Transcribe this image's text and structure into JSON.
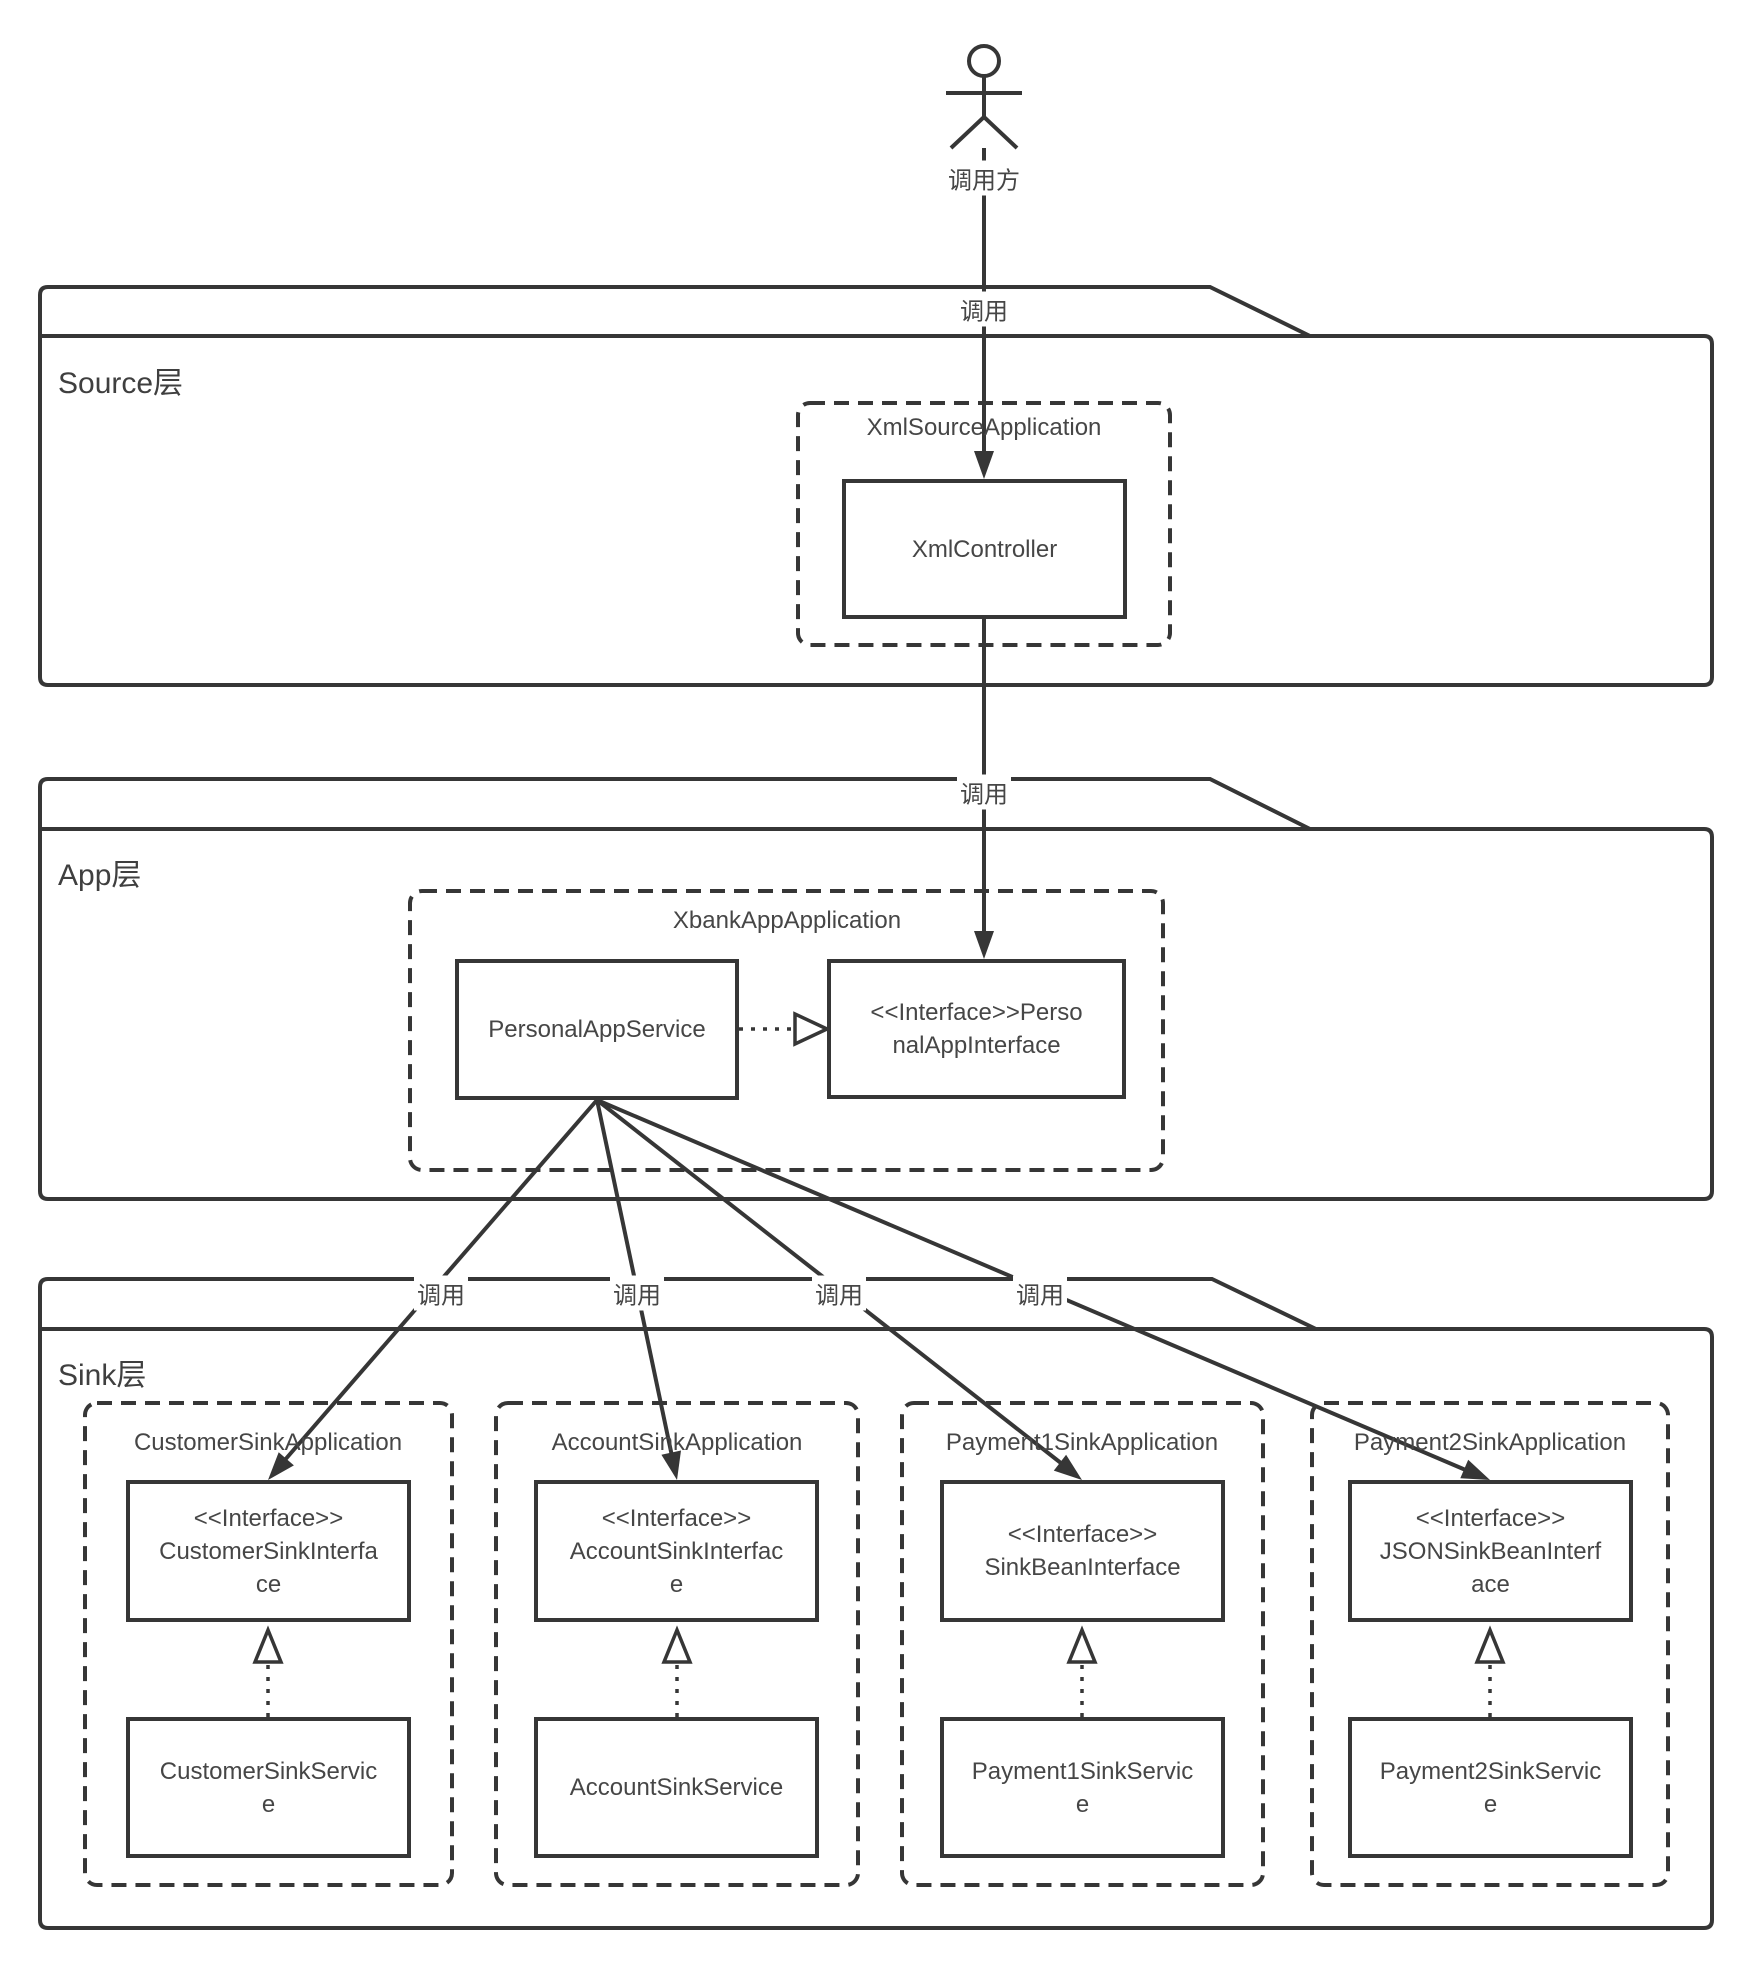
{
  "colors": {
    "line": "#363636",
    "text": "#464646"
  },
  "actor": {
    "label": "调用方"
  },
  "call_label": "调用",
  "layers": {
    "source": {
      "title": "Source层",
      "container": "XmlSourceApplication",
      "controller": "XmlController"
    },
    "app": {
      "title": "App层",
      "container": "XbankAppApplication",
      "service": "PersonalAppService",
      "interface_lines": [
        "<<Interface>>Perso",
        "nalAppInterface"
      ]
    },
    "sink": {
      "title": "Sink层",
      "apps": [
        {
          "name": "CustomerSinkApplication",
          "interface_lines": [
            "<<Interface>>",
            "CustomerSinkInterfa",
            "ce"
          ],
          "service_lines": [
            "CustomerSinkServic",
            "e"
          ]
        },
        {
          "name": "AccountSinkApplication",
          "interface_lines": [
            "<<Interface>>",
            "AccountSinkInterfac",
            "e"
          ],
          "service_lines": [
            "AccountSinkService"
          ]
        },
        {
          "name": "Payment1SinkApplication",
          "interface_lines": [
            "<<Interface>>",
            "SinkBeanInterface"
          ],
          "service_lines": [
            "Payment1SinkServic",
            "e"
          ]
        },
        {
          "name": "Payment2SinkApplication",
          "interface_lines": [
            "<<Interface>>",
            "JSONSinkBeanInterf",
            "ace"
          ],
          "service_lines": [
            "Payment2SinkServic",
            "e"
          ]
        }
      ]
    }
  }
}
